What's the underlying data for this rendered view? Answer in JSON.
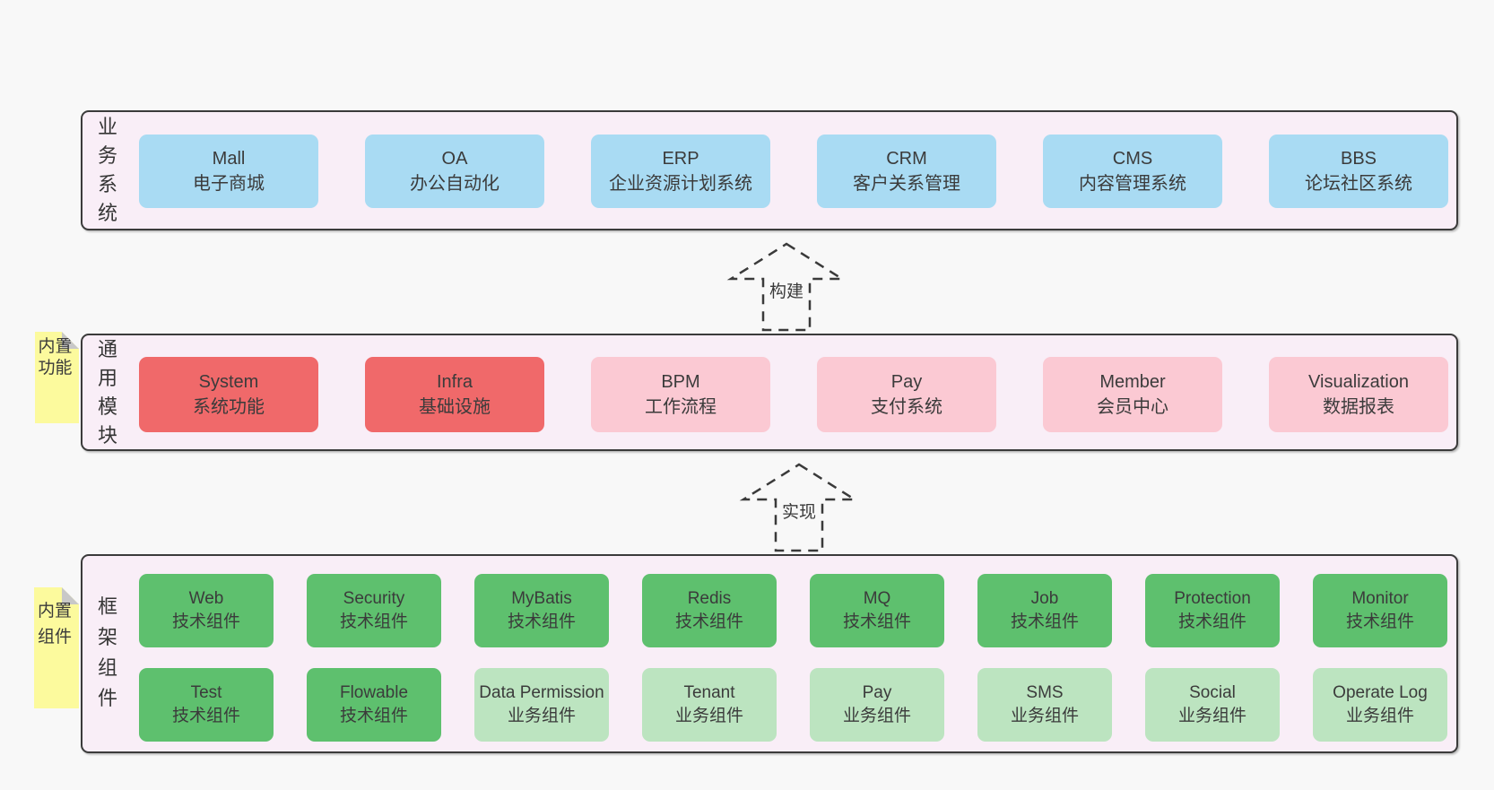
{
  "page": {
    "background": "#f8f8f8"
  },
  "colors": {
    "container_bg": "#f9eef7",
    "container_border": "#3b3b3b",
    "box_blue": "#a9dbf3",
    "box_red": "#f0696a",
    "box_pink": "#fbc9d3",
    "box_green": "#5ec06e",
    "box_light_green": "#bce4c0",
    "note_yellow": "#fcfa9d",
    "note_fold_gray": "#c8c8c8",
    "text": "#3a3a3a"
  },
  "sections": {
    "business": {
      "label": "业务系统",
      "boxes": [
        {
          "en": "Mall",
          "zh": "电子商城",
          "tone": "blue"
        },
        {
          "en": "OA",
          "zh": "办公自动化",
          "tone": "blue"
        },
        {
          "en": "ERP",
          "zh": "企业资源计划系统",
          "tone": "blue"
        },
        {
          "en": "CRM",
          "zh": "客户关系管理",
          "tone": "blue"
        },
        {
          "en": "CMS",
          "zh": "内容管理系统",
          "tone": "blue"
        },
        {
          "en": "BBS",
          "zh": "论坛社区系统",
          "tone": "blue"
        }
      ]
    },
    "modules": {
      "label": "通用模块",
      "note": "内置功能",
      "boxes": [
        {
          "en": "System",
          "zh": "系统功能",
          "tone": "red"
        },
        {
          "en": "Infra",
          "zh": "基础设施",
          "tone": "red"
        },
        {
          "en": "BPM",
          "zh": "工作流程",
          "tone": "pink"
        },
        {
          "en": "Pay",
          "zh": "支付系统",
          "tone": "pink"
        },
        {
          "en": "Member",
          "zh": "会员中心",
          "tone": "pink"
        },
        {
          "en": "Visualization",
          "zh": "数据报表",
          "tone": "pink"
        }
      ]
    },
    "components": {
      "label": "框架组件",
      "note": "内置组件",
      "rows": [
        [
          {
            "en": "Web",
            "zh": "技术组件",
            "tone": "green"
          },
          {
            "en": "Security",
            "zh": "技术组件",
            "tone": "green"
          },
          {
            "en": "MyBatis",
            "zh": "技术组件",
            "tone": "green"
          },
          {
            "en": "Redis",
            "zh": "技术组件",
            "tone": "green"
          },
          {
            "en": "MQ",
            "zh": "技术组件",
            "tone": "green"
          },
          {
            "en": "Job",
            "zh": "技术组件",
            "tone": "green"
          },
          {
            "en": "Protection",
            "zh": "技术组件",
            "tone": "green"
          },
          {
            "en": "Monitor",
            "zh": "技术组件",
            "tone": "green"
          }
        ],
        [
          {
            "en": "Test",
            "zh": "技术组件",
            "tone": "green"
          },
          {
            "en": "Flowable",
            "zh": "技术组件",
            "tone": "green"
          },
          {
            "en": "Data Permission",
            "zh": "业务组件",
            "tone": "lightgreen"
          },
          {
            "en": "Tenant",
            "zh": "业务组件",
            "tone": "lightgreen"
          },
          {
            "en": "Pay",
            "zh": "业务组件",
            "tone": "lightgreen"
          },
          {
            "en": "SMS",
            "zh": "业务组件",
            "tone": "lightgreen"
          },
          {
            "en": "Social",
            "zh": "业务组件",
            "tone": "lightgreen"
          },
          {
            "en": "Operate Log",
            "zh": "业务组件",
            "tone": "lightgreen"
          }
        ]
      ]
    }
  },
  "arrows": {
    "build": {
      "label": "构建"
    },
    "implement": {
      "label": "实现"
    }
  }
}
